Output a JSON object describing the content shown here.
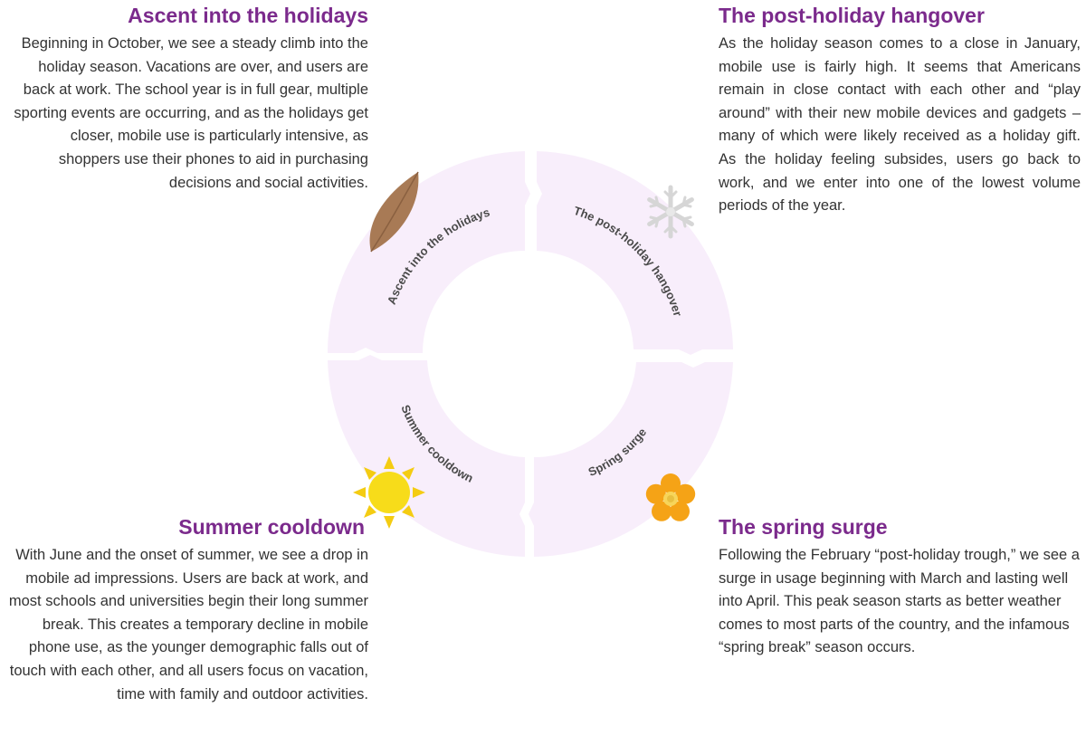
{
  "sections": {
    "ascent": {
      "title": "Ascent into the holidays",
      "body": "Beginning in October, we see a steady climb into the holiday season.  Vacations are over, and users are back at work. The school year is in full gear, multiple sporting events are occurring, and as the holidays get closer, mobile use is particularly intensive, as shoppers use their phones to aid in purchasing decisions and social activities."
    },
    "post_holiday": {
      "title": "The post-holiday hangover",
      "body": "As the holiday season comes to a close in January, mobile use is fairly high. It seems that Americans remain in close contact with each other and “play around” with their new mobile devices and gadgets – many of which were likely received as a holiday gift.  As the holiday feeling subsides, users go back to work, and we enter into one of the lowest volume periods of the year."
    },
    "summer": {
      "title": "Summer cooldown",
      "body": "With June and the onset of summer, we see a drop in mobile ad impressions. Users are back at work, and most schools and universities begin their long summer break.  This creates a temporary decline in mobile phone use, as the younger demographic falls out of touch with each other, and all users focus on vacation, time with family and outdoor activities."
    },
    "spring": {
      "title": "The spring surge",
      "body": "Following the February “post-holiday trough,” we see a  surge in usage beginning with March and lasting well into April. This peak season starts as better weather comes to most parts of the country, and the infamous “spring break” season occurs."
    }
  },
  "cycle": {
    "labels": {
      "ascent": "Ascent into the holidays",
      "post_holiday": "The post-holiday hangover",
      "spring": "Spring surge",
      "summer": "Summer cooldown"
    },
    "icons": {
      "ascent": "leaf-icon",
      "post_holiday": "snowflake-icon",
      "spring": "flower-icon",
      "summer": "sun-icon"
    }
  },
  "colors": {
    "heading": "#7b2a8c",
    "ring": "#f8eefb",
    "leaf": "#a87a55",
    "snowflake": "#dcdcdc",
    "flower": "#f5a316",
    "sun": "#f7dc1a"
  }
}
